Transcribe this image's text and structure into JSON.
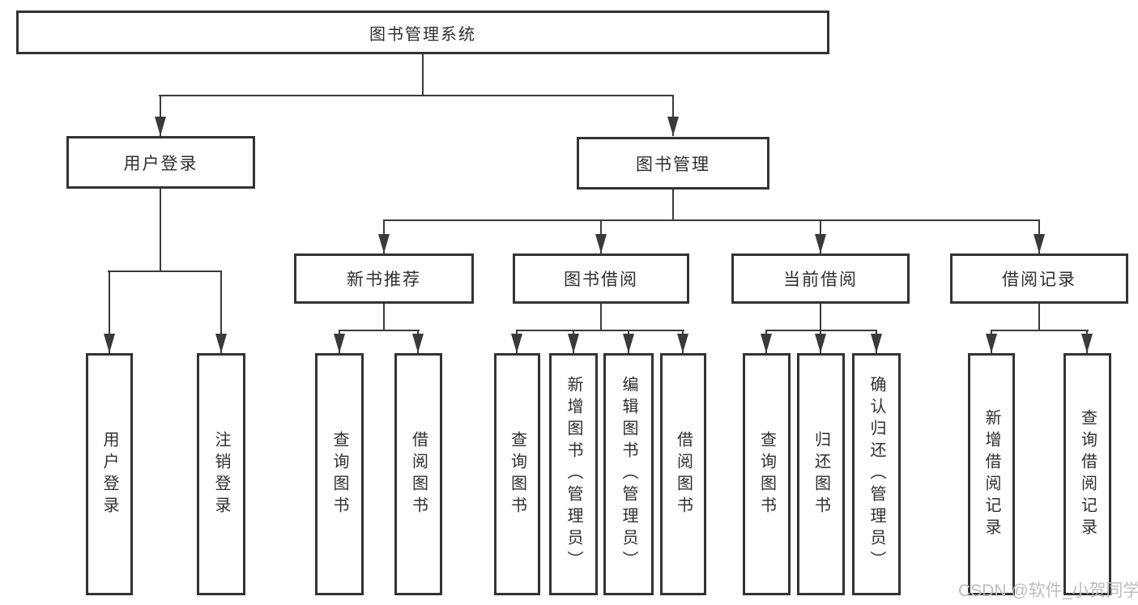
{
  "diagram": {
    "root": "图书管理系统",
    "level2": [
      "用户登录",
      "图书管理"
    ],
    "level3": [
      "新书推荐",
      "图书借阅",
      "当前借阅",
      "借阅记录"
    ],
    "leaves": {
      "login": [
        "用户登录",
        "注销登录"
      ],
      "newbook": [
        "查询图书",
        "借阅图书"
      ],
      "borrow": [
        "查询图书",
        "新增图书（管理员）",
        "编辑图书（管理员）",
        "借阅图书"
      ],
      "current": [
        "查询图书",
        "归还图书",
        "确认归还（管理员）"
      ],
      "records": [
        "新增借阅记录",
        "查询借阅记录"
      ]
    }
  },
  "watermark": "CSDN @软件_小贺同学",
  "colors": {
    "line": "#3a3a3a",
    "border": "#333333",
    "text": "#2f2f2f",
    "watermark": "#bdbdbd",
    "background": "#ffffff"
  }
}
